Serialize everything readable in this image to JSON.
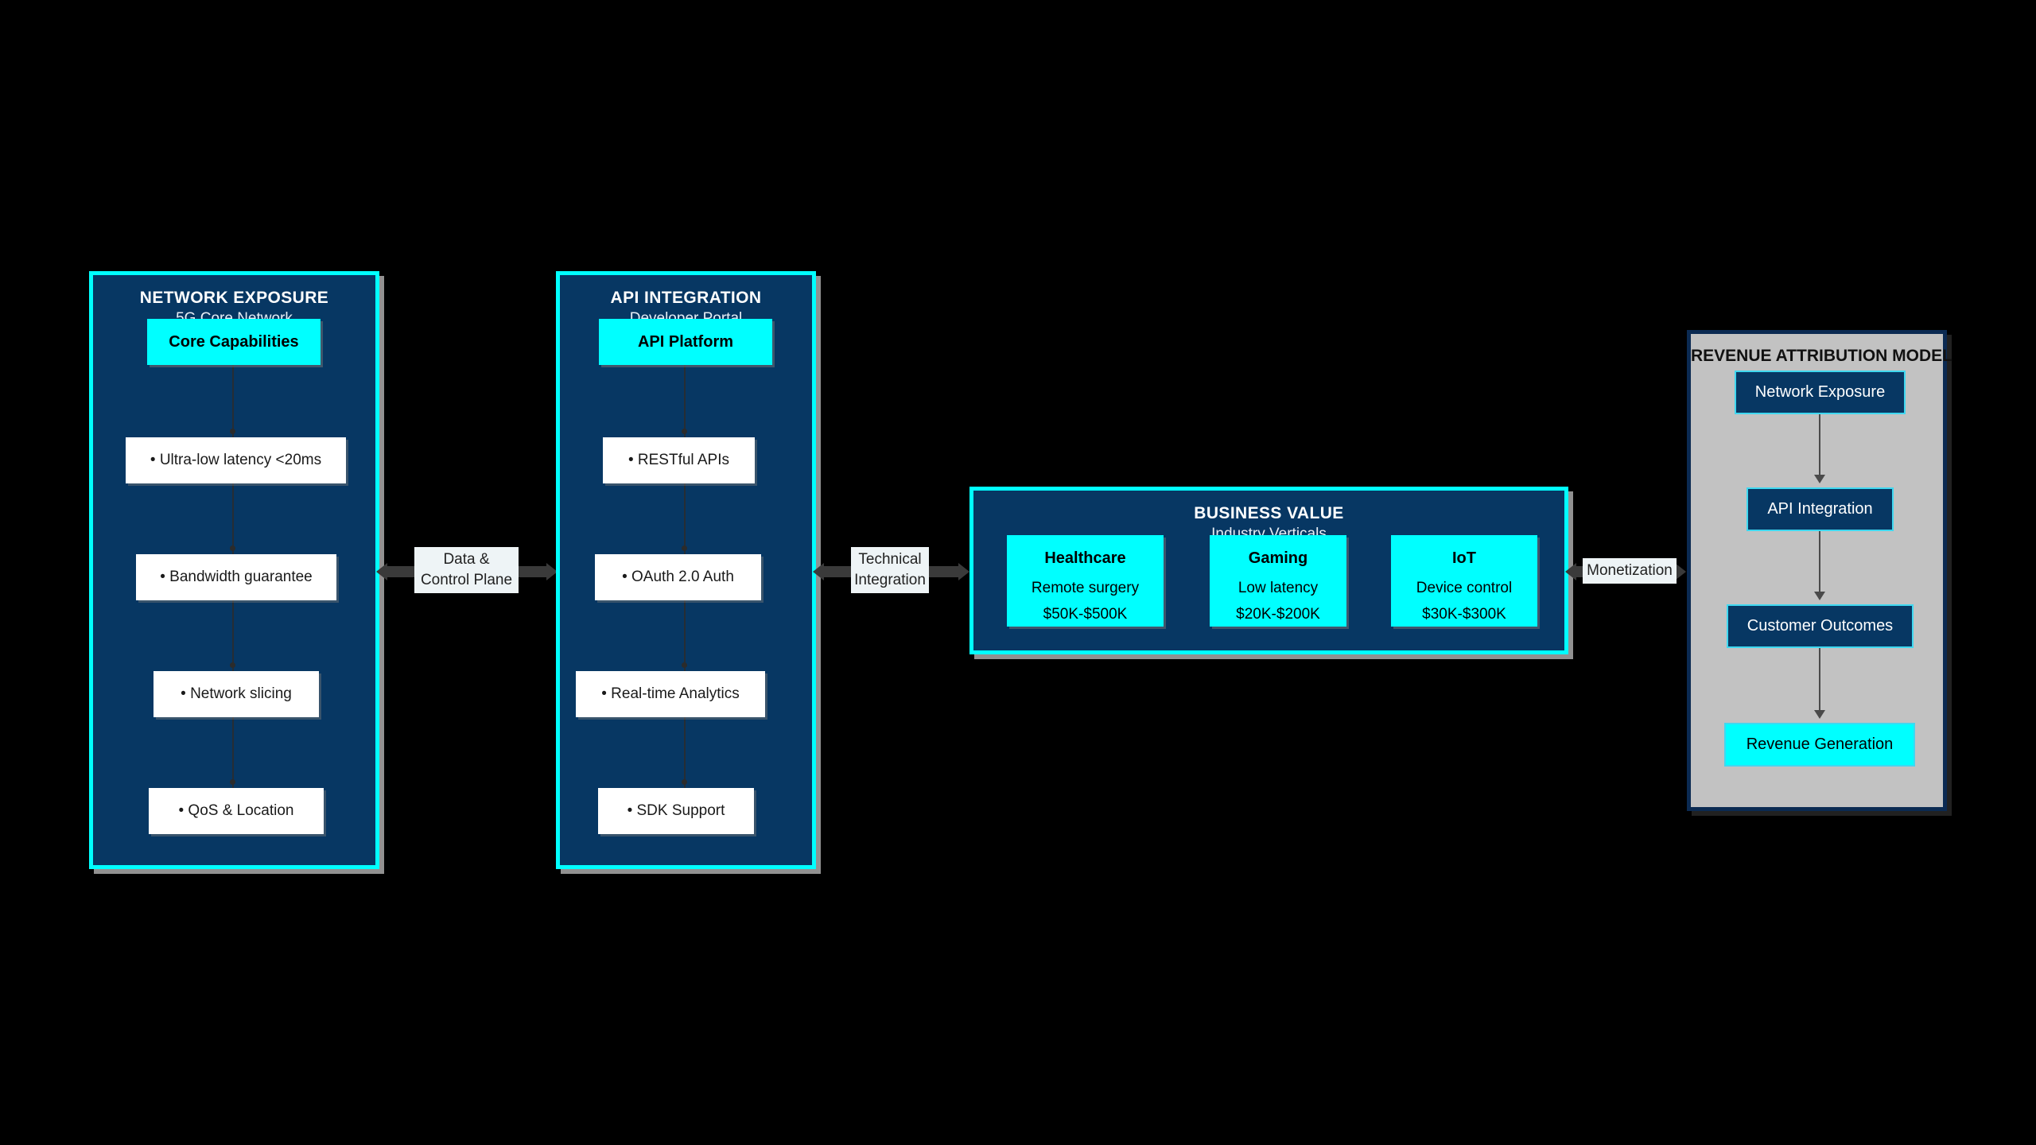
{
  "diagram": {
    "background_color": "#000000",
    "accent_cyan": "#00ffff",
    "panel_navy": "#073763",
    "gray_panel": "#c2c2c2"
  },
  "panels": [
    {
      "id": "network-exposure",
      "title": "NETWORK EXPOSURE",
      "subtitle": "5G Core Network",
      "chip": "Core Capabilities",
      "items": [
        "• Ultra-low latency <20ms",
        "• Bandwidth guarantee",
        "• Network slicing",
        "• QoS & Location"
      ]
    },
    {
      "id": "api-integration",
      "title": "API INTEGRATION",
      "subtitle": "Developer Portal",
      "chip": "API Platform",
      "items": [
        "• RESTful APIs",
        "• OAuth 2.0 Auth",
        "• Real-time Analytics",
        "• SDK Support"
      ]
    }
  ],
  "business_value": {
    "title": "BUSINESS VALUE",
    "subtitle": "Industry Verticals",
    "cards": [
      {
        "name": "Healthcare",
        "detail": "Remote surgery",
        "value": "$50K-$500K"
      },
      {
        "name": "Gaming",
        "detail": "Low latency",
        "value": "$20K-$200K"
      },
      {
        "name": "IoT",
        "detail": "Device control",
        "value": "$30K-$300K"
      }
    ]
  },
  "revenue_attribution": {
    "title": "REVENUE ATTRIBUTION MODEL",
    "nodes": [
      "Network Exposure",
      "API Integration",
      "Customer Outcomes",
      "Revenue Generation"
    ]
  },
  "connectors": [
    {
      "id": "data-control-plane",
      "label": "Data & Control Plane"
    },
    {
      "id": "technical-integration",
      "label": "Technical Integration"
    },
    {
      "id": "monetization",
      "label": "Monetization"
    }
  ]
}
